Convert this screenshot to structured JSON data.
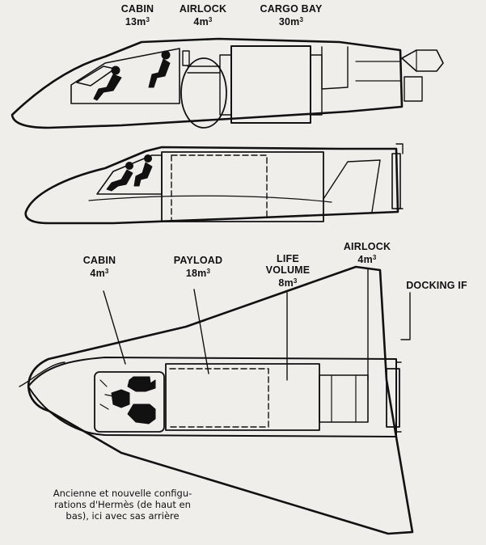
{
  "top_view": {
    "cabin": {
      "name": "CABIN",
      "volume": "13",
      "unit": "m",
      "exp": "3"
    },
    "airlock": {
      "name": "AIRLOCK",
      "volume": "4",
      "unit": "m",
      "exp": "3"
    },
    "cargo_bay": {
      "name": "CARGO BAY",
      "volume": "30",
      "unit": "m",
      "exp": "3"
    }
  },
  "plan_view": {
    "cabin": {
      "name": "CABIN",
      "volume": "4",
      "unit": "m",
      "exp": "3"
    },
    "payload": {
      "name": "PAYLOAD",
      "volume": "18",
      "unit": "m",
      "exp": "3"
    },
    "life_volume": {
      "name1": "LIFE",
      "name2": "VOLUME",
      "volume": "8",
      "unit": "m",
      "exp": "3"
    },
    "airlock": {
      "name": "AIRLOCK",
      "volume": "4",
      "unit": "m",
      "exp": "3"
    },
    "docking": {
      "name": "DOCKING IF"
    }
  },
  "caption": {
    "line1": "Ancienne et nouvelle configu-",
    "line2": "rations d'Hermès (de haut en",
    "line3": "bas), ici avec sas arrière"
  },
  "colors": {
    "ink": "#111111",
    "paper": "#efeeeb"
  }
}
